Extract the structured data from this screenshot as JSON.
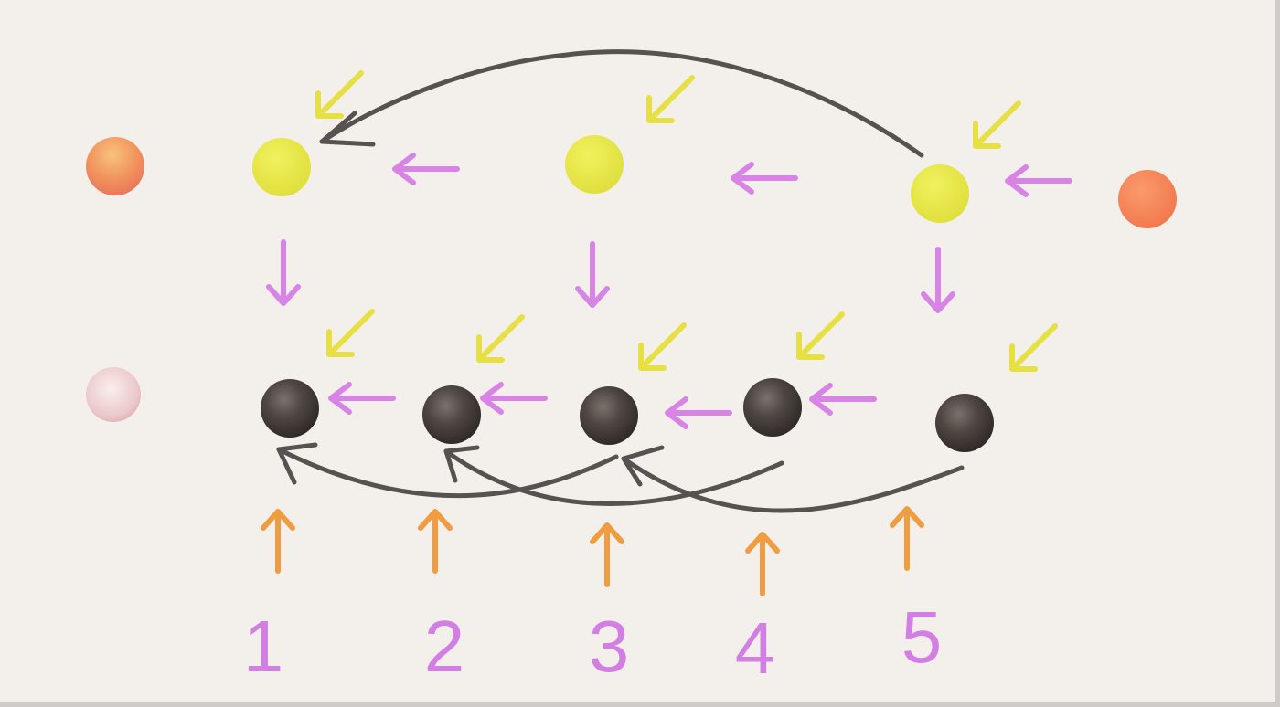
{
  "colors": {
    "background": "#f3efeb",
    "purple_arrow": "#d884e6",
    "yellow_arrow": "#e6e043",
    "orange_arrow": "#ef9c43",
    "gray_curve": "#57524f",
    "yellow_node": "#e8e84a",
    "orange_node": "#f58a5f",
    "dark_node": "#4b4440",
    "label_color": "#d27ee3"
  },
  "icons": {
    "yellow_node": "yellow-circle",
    "orange_node": "orange-circle",
    "dark_node": "dark-sphere",
    "arrow": "straight-arrow",
    "curve": "curved-arrow"
  },
  "labels": [
    "1",
    "2",
    "3",
    "4",
    "5"
  ]
}
